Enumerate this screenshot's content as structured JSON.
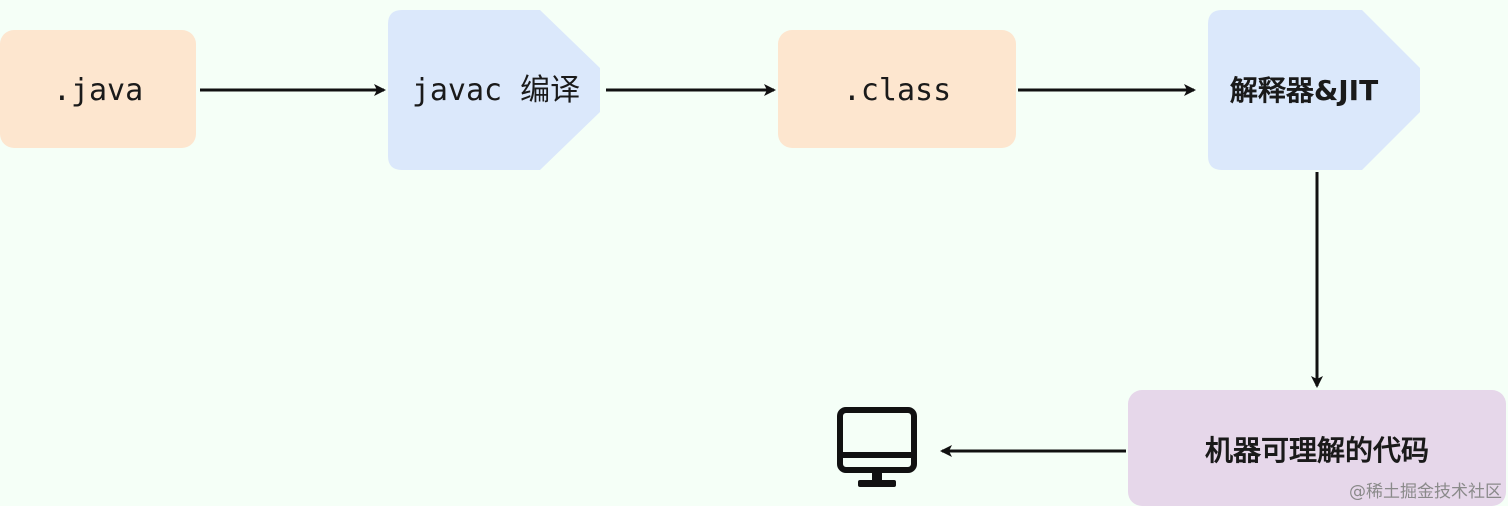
{
  "nodes": {
    "java_source": {
      "label": ".java"
    },
    "javac_compile": {
      "label": "javac 编译"
    },
    "class_file": {
      "label": ".class"
    },
    "interpreter_jit": {
      "label": "解释器&JIT"
    },
    "machine_code": {
      "label": "机器可理解的代码"
    }
  },
  "icons": {
    "computer": "computer-monitor-icon"
  },
  "watermark": {
    "text": "@稀土掘金技术社区"
  },
  "colors": {
    "background": "#f5fff7",
    "source_fill": "#fde6cf",
    "process_fill": "#dbe8fb",
    "output_fill": "#e6d7ea",
    "arrow": "#111111"
  }
}
